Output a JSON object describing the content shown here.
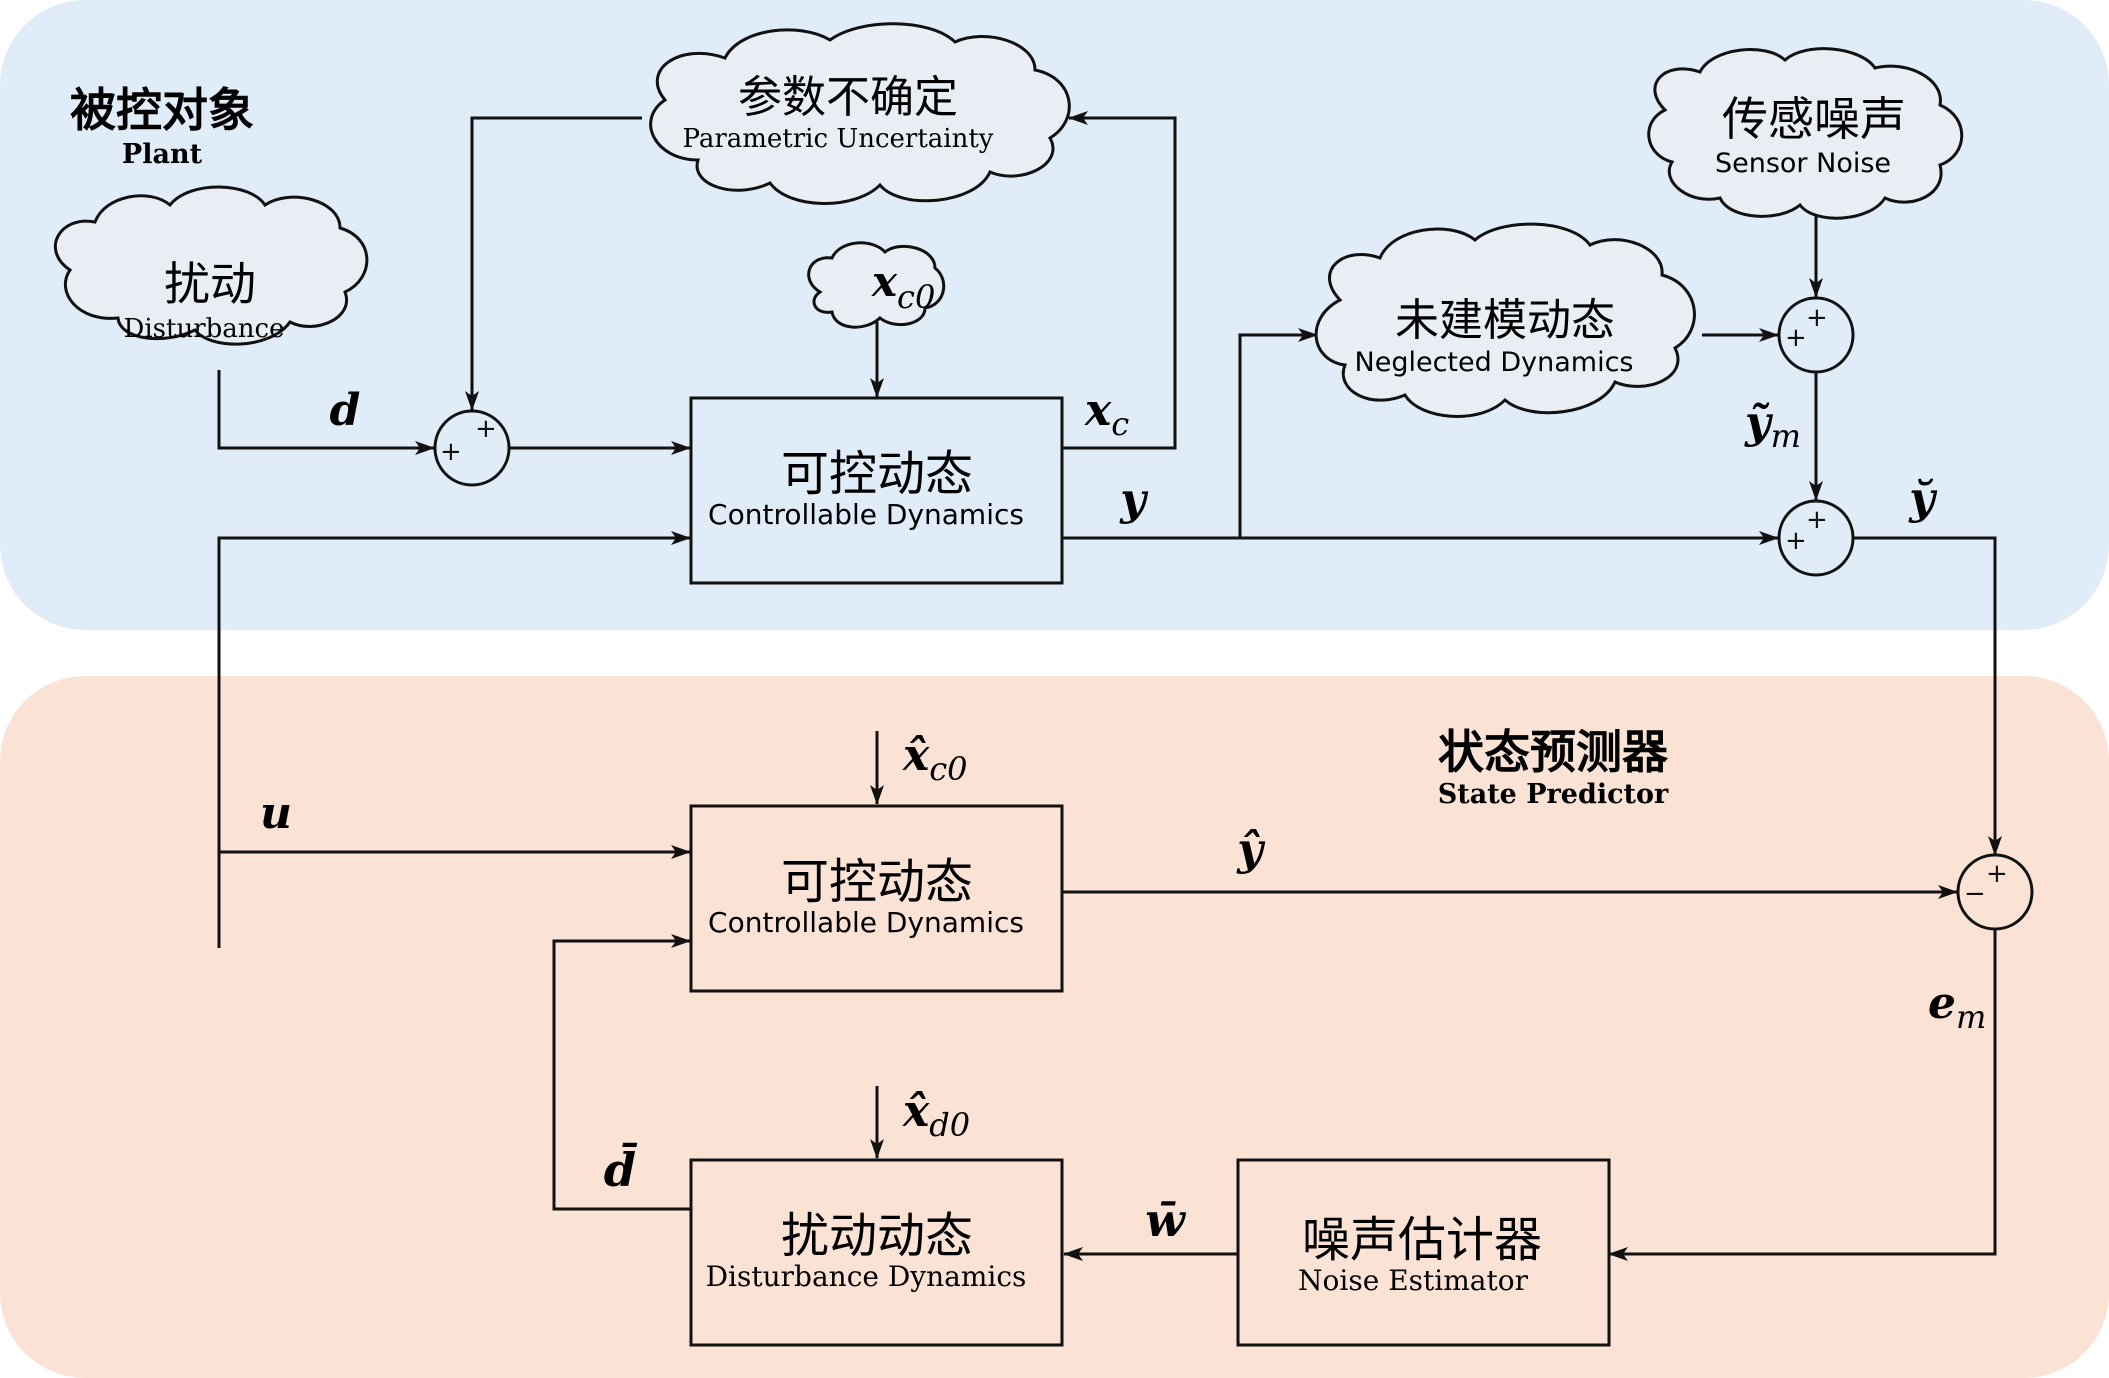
{
  "colors": {
    "plant_bg": "#e0ecf8",
    "predictor_bg": "#fae3d4",
    "line": "#111111"
  },
  "plant": {
    "title_zh": "被控对象",
    "title_en": "Plant"
  },
  "predictor": {
    "title_zh": "状态预测器",
    "title_en": "State Predictor"
  },
  "clouds": {
    "parametric": {
      "zh": "参数不确定",
      "en": "Parametric Uncertainty"
    },
    "disturbance": {
      "zh": "扰动",
      "en": "Disturbance"
    },
    "xc0": {
      "sym": "x",
      "sub": "c0"
    },
    "neglected": {
      "zh": "未建模动态",
      "en": "Neglected Dynamics"
    },
    "sensor": {
      "zh": "传感噪声",
      "en": "Sensor Noise"
    }
  },
  "blocks": {
    "plant_dyn": {
      "zh": "可控动态",
      "en": "Controllable Dynamics"
    },
    "pred_dyn": {
      "zh": "可控动态",
      "en": "Controllable Dynamics"
    },
    "dist_dyn": {
      "zh": "扰动动态",
      "en": "Disturbance Dynamics"
    },
    "noise_est": {
      "zh": "噪声估计器",
      "en": "Noise Estimator"
    }
  },
  "signals": {
    "d": "d",
    "xc": {
      "sym": "x",
      "sub": "c"
    },
    "y": "y",
    "ym": {
      "sym": "ỹ",
      "sub": "m"
    },
    "ybreve": "y̆",
    "u": "u",
    "xhat_c0": {
      "sym": "x̂",
      "sub": "c0"
    },
    "yhat": "ŷ",
    "em": {
      "sym": "e",
      "sub": "m"
    },
    "xhat_d0": {
      "sym": "x̂",
      "sub": "d0"
    },
    "dbar": "d̄",
    "wbar": "w̄"
  },
  "sum_signs": {
    "plus": "+",
    "minus": "−"
  }
}
